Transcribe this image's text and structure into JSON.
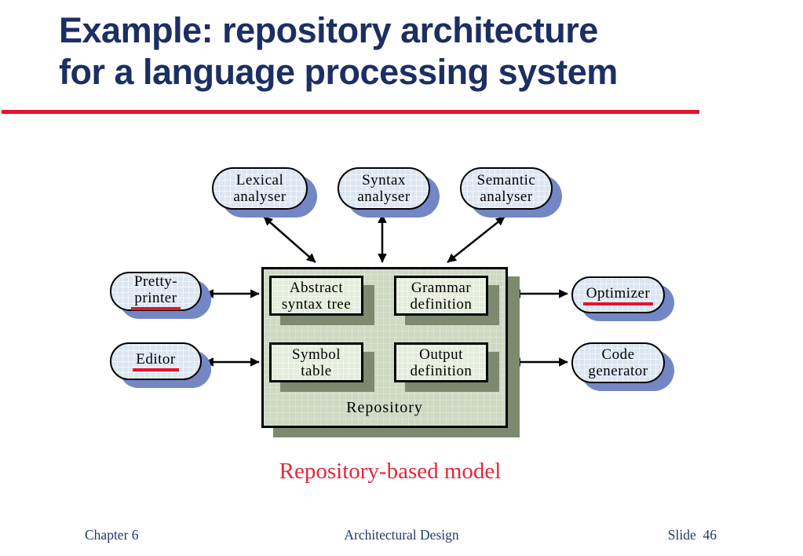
{
  "title": {
    "line1": "Example: repository architecture",
    "line2": "for a language processing system"
  },
  "nodes": {
    "lexical": {
      "line1": "Lexical",
      "line2": "analyser"
    },
    "syntax": {
      "line1": "Syntax",
      "line2": "analyser"
    },
    "semantic": {
      "line1": "Semantic",
      "line2": "analyser"
    },
    "pretty": {
      "line1": "Pretty-",
      "line2": "printer"
    },
    "editor": {
      "label": "Editor"
    },
    "optimizer": {
      "label": "Optimizer"
    },
    "codegen": {
      "line1": "Code",
      "line2": "generator"
    }
  },
  "repository": {
    "label": "Repository",
    "components": {
      "ast": {
        "line1": "Abstract",
        "line2": "syntax tree"
      },
      "grammar": {
        "line1": "Grammar",
        "line2": "definition"
      },
      "symbol": {
        "line1": "Symbol",
        "line2": "table"
      },
      "output": {
        "line1": "Output",
        "line2": "definition"
      }
    }
  },
  "caption": "Repository-based model",
  "footer": {
    "left": "Chapter 6",
    "center": "Architectural Design",
    "right": "Slide  46"
  },
  "colors": {
    "title": "#1c2f63",
    "footer_text": "#203a66",
    "rule_red": "#e8112d",
    "caption_red": "#e4273a",
    "under_red": "#e8112d",
    "pill_fill": "#dce6f2",
    "pill_shadow": "#7487c4",
    "repo_fill": "#cfd9c2",
    "box_fill": "#e4ecda",
    "green_shadow": "#7d8a70"
  }
}
